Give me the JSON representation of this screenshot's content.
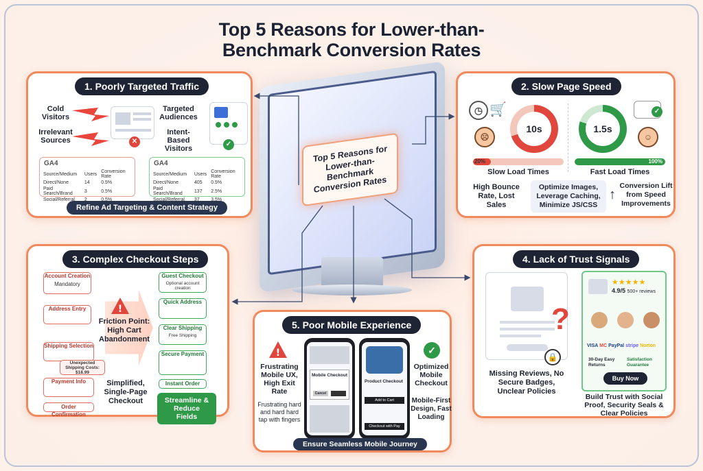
{
  "title": {
    "line1": "Top 5 Reasons for Lower-than-",
    "line2": "Benchmark Conversion Rates"
  },
  "monitor": {
    "label": "Top 5 Reasons for Lower-than-Benchmark Conversion Rates"
  },
  "panel1": {
    "heading": "1. Poorly Targeted Traffic",
    "left_labels": [
      "Cold Visitors",
      "Irrelevant Sources"
    ],
    "right_labels": [
      "Targeted Audiences",
      "Intent-Based Visitors"
    ],
    "ga_label": "GA4",
    "table_headers": [
      "Source/Medium",
      "Users",
      "Conversion Rate"
    ],
    "table_bad": [
      [
        "Direct/None",
        "14",
        "0.5%"
      ],
      [
        "Paid Search/Brand",
        "3",
        "0.5%"
      ],
      [
        "Social/Referral",
        "2",
        "0.5%"
      ]
    ],
    "table_good": [
      [
        "Direct/None",
        "405",
        "0.5%"
      ],
      [
        "Paid Search/Brand",
        "137",
        "2.5%"
      ],
      [
        "Social/Referral",
        "37",
        "3.5%"
      ]
    ],
    "footer": "Refine Ad Targeting & Content Strategy"
  },
  "panel2": {
    "heading": "2. Slow Page Speed",
    "slow_gauge": "10s",
    "fast_gauge": "1.5s",
    "slow_pct": "20%",
    "fast_pct": "100%",
    "slow_label": "Slow Load Times",
    "fast_label": "Fast Load Times",
    "col1": "High Bounce Rate, Lost Sales",
    "col2": "Optimize Images, Leverage Caching, Minimize JS/CSS",
    "col3": "Conversion Lift from Speed Improvements"
  },
  "panel3": {
    "heading": "3. Complex Checkout Steps",
    "left_steps": [
      "Account Creation",
      "Address Entry",
      "Shipping Selection",
      "Payment Info",
      "Order Confirmation"
    ],
    "left_sub": "Mandatory",
    "unexpected": "Unexpected Shipping Costs: $18.99",
    "friction": "Friction Point: High Cart Abandonment",
    "right_steps": [
      "Guest Checkout",
      "Quick Address",
      "Clear Shipping",
      "Secure Payment",
      "Instant Order"
    ],
    "right_sub": "Optional account creation",
    "free_shipping": "Free Shipping",
    "simplified": "Simplified, Single-Page Checkout",
    "button": "Streamline & Reduce Fields"
  },
  "panel4": {
    "heading": "4. Lack of Trust Signals",
    "left_caption": "Missing Reviews, No Secure Badges, Unclear Policies",
    "rating": "4.9/5",
    "reviews": "500+ reviews",
    "payments": [
      "VISA",
      "MC",
      "PayPal",
      "stripe",
      "Norton"
    ],
    "returns": "30-Day Easy Returns",
    "guarantee": "Satisfaction Guarantee",
    "buy_button": "Buy Now",
    "right_caption": "Build Trust with Social Proof, Security Seals & Clear Policies"
  },
  "panel5": {
    "heading": "5. Poor Mobile Experience",
    "left_title": "Frustrating Mobile UX, High Exit Rate",
    "left_sub": "Frustrating hard and hard hard tap with fingers",
    "phone1_title": "Mobile Checkout",
    "phone1_cancel": "Cancel",
    "phone2_title": "Product Checkout",
    "phone2_add": "Add to Cart",
    "phone2_pay": "Checkout with Pay",
    "right_title": "Optimized Mobile Checkout",
    "right_sub": "Mobile-First Design, Fast Loading",
    "footer": "Ensure Seamless Mobile Journey"
  },
  "colors": {
    "accent": "#f08a5d",
    "dark": "#1e2433",
    "green": "#2e9a47",
    "red": "#e0463c"
  }
}
